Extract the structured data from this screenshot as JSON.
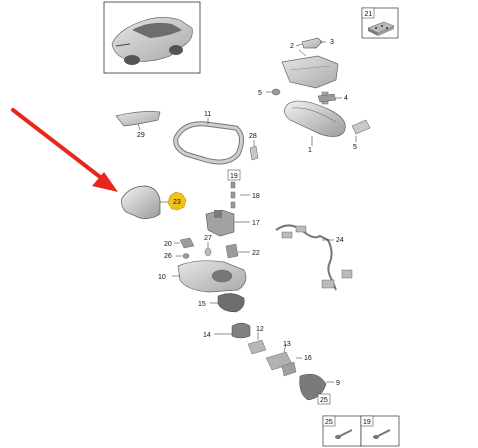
{
  "labels": {
    "n1": "1",
    "n2": "2",
    "n3": "3",
    "n4": "4",
    "n5a": "5",
    "n5b": "5",
    "n9": "9",
    "n10": "10",
    "n11": "11",
    "n12": "12",
    "n13": "13",
    "n14": "14",
    "n15": "15",
    "n16": "16",
    "n17": "17",
    "n18": "18",
    "n19": "19",
    "n20": "20",
    "n21": "21",
    "n22": "22",
    "n23": "23",
    "n24": "24",
    "n25a": "25",
    "n25b": "25",
    "n26": "26",
    "n27": "27",
    "n28": "28",
    "n29": "29",
    "n19b": "19"
  },
  "colors": {
    "highlight_badge": "#f2c21b",
    "arrow": "#e8261c",
    "part_fill": "#cfcfcf",
    "part_dark": "#8e8e8e"
  },
  "icons": {
    "vehicle": "car-thumbnail-icon",
    "pointer": "red-arrow-icon"
  }
}
